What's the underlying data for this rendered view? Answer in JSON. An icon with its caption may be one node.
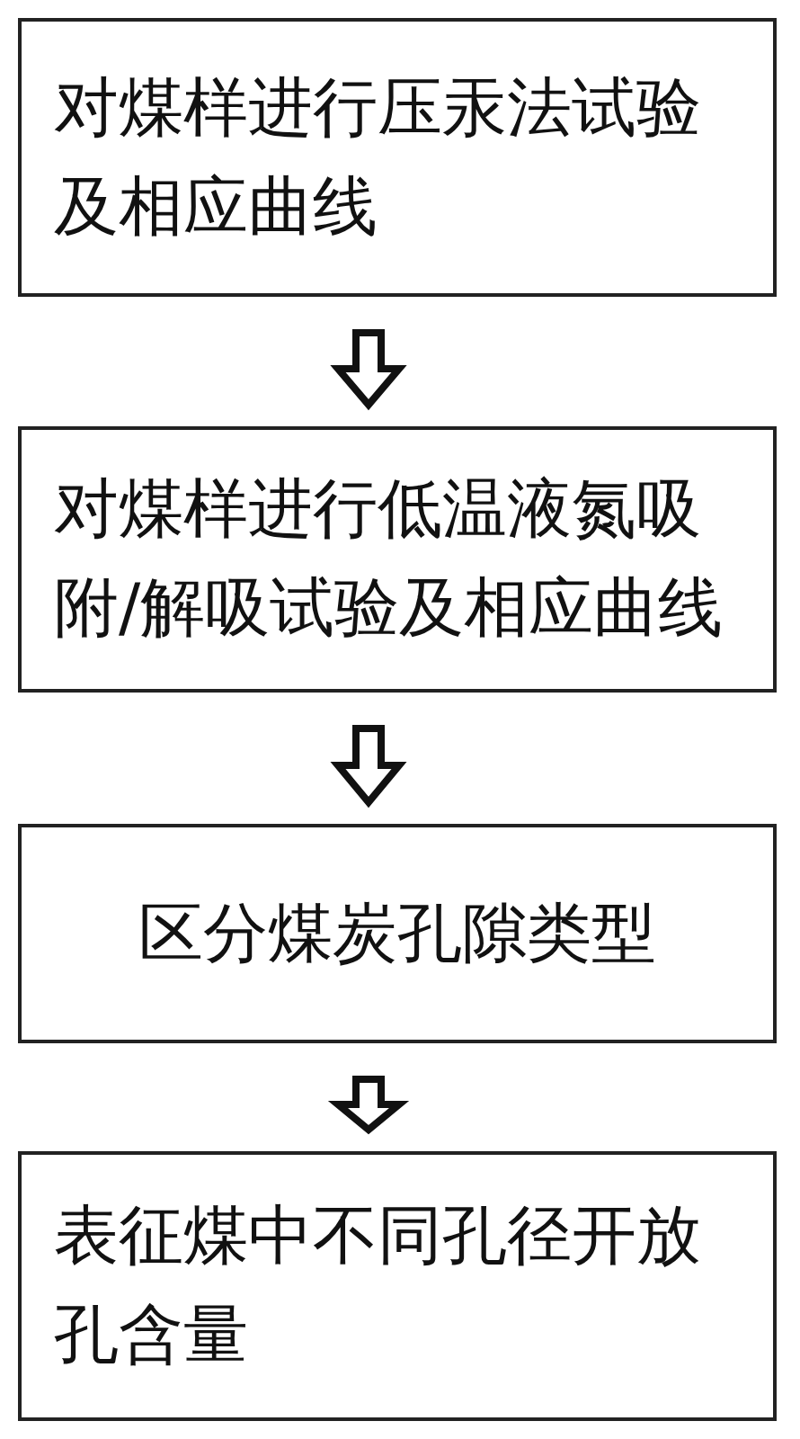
{
  "diagram": {
    "nodes": [
      {
        "text": [
          "对煤样进行压汞法试验及相应曲线"
        ]
      },
      {
        "text": [
          "对煤样进行低温液氮吸附/解吸试验及相应曲线"
        ]
      },
      {
        "text": [
          "区分煤炭孔隙类型"
        ]
      },
      {
        "text": [
          "表征煤中不同孔径开放孔含量"
        ]
      }
    ],
    "edges": [
      {
        "from": 0,
        "to": 1,
        "arrow": "to"
      },
      {
        "from": 1,
        "to": 2,
        "arrow": "to"
      },
      {
        "from": 2,
        "to": 3,
        "arrow": "to"
      }
    ]
  }
}
